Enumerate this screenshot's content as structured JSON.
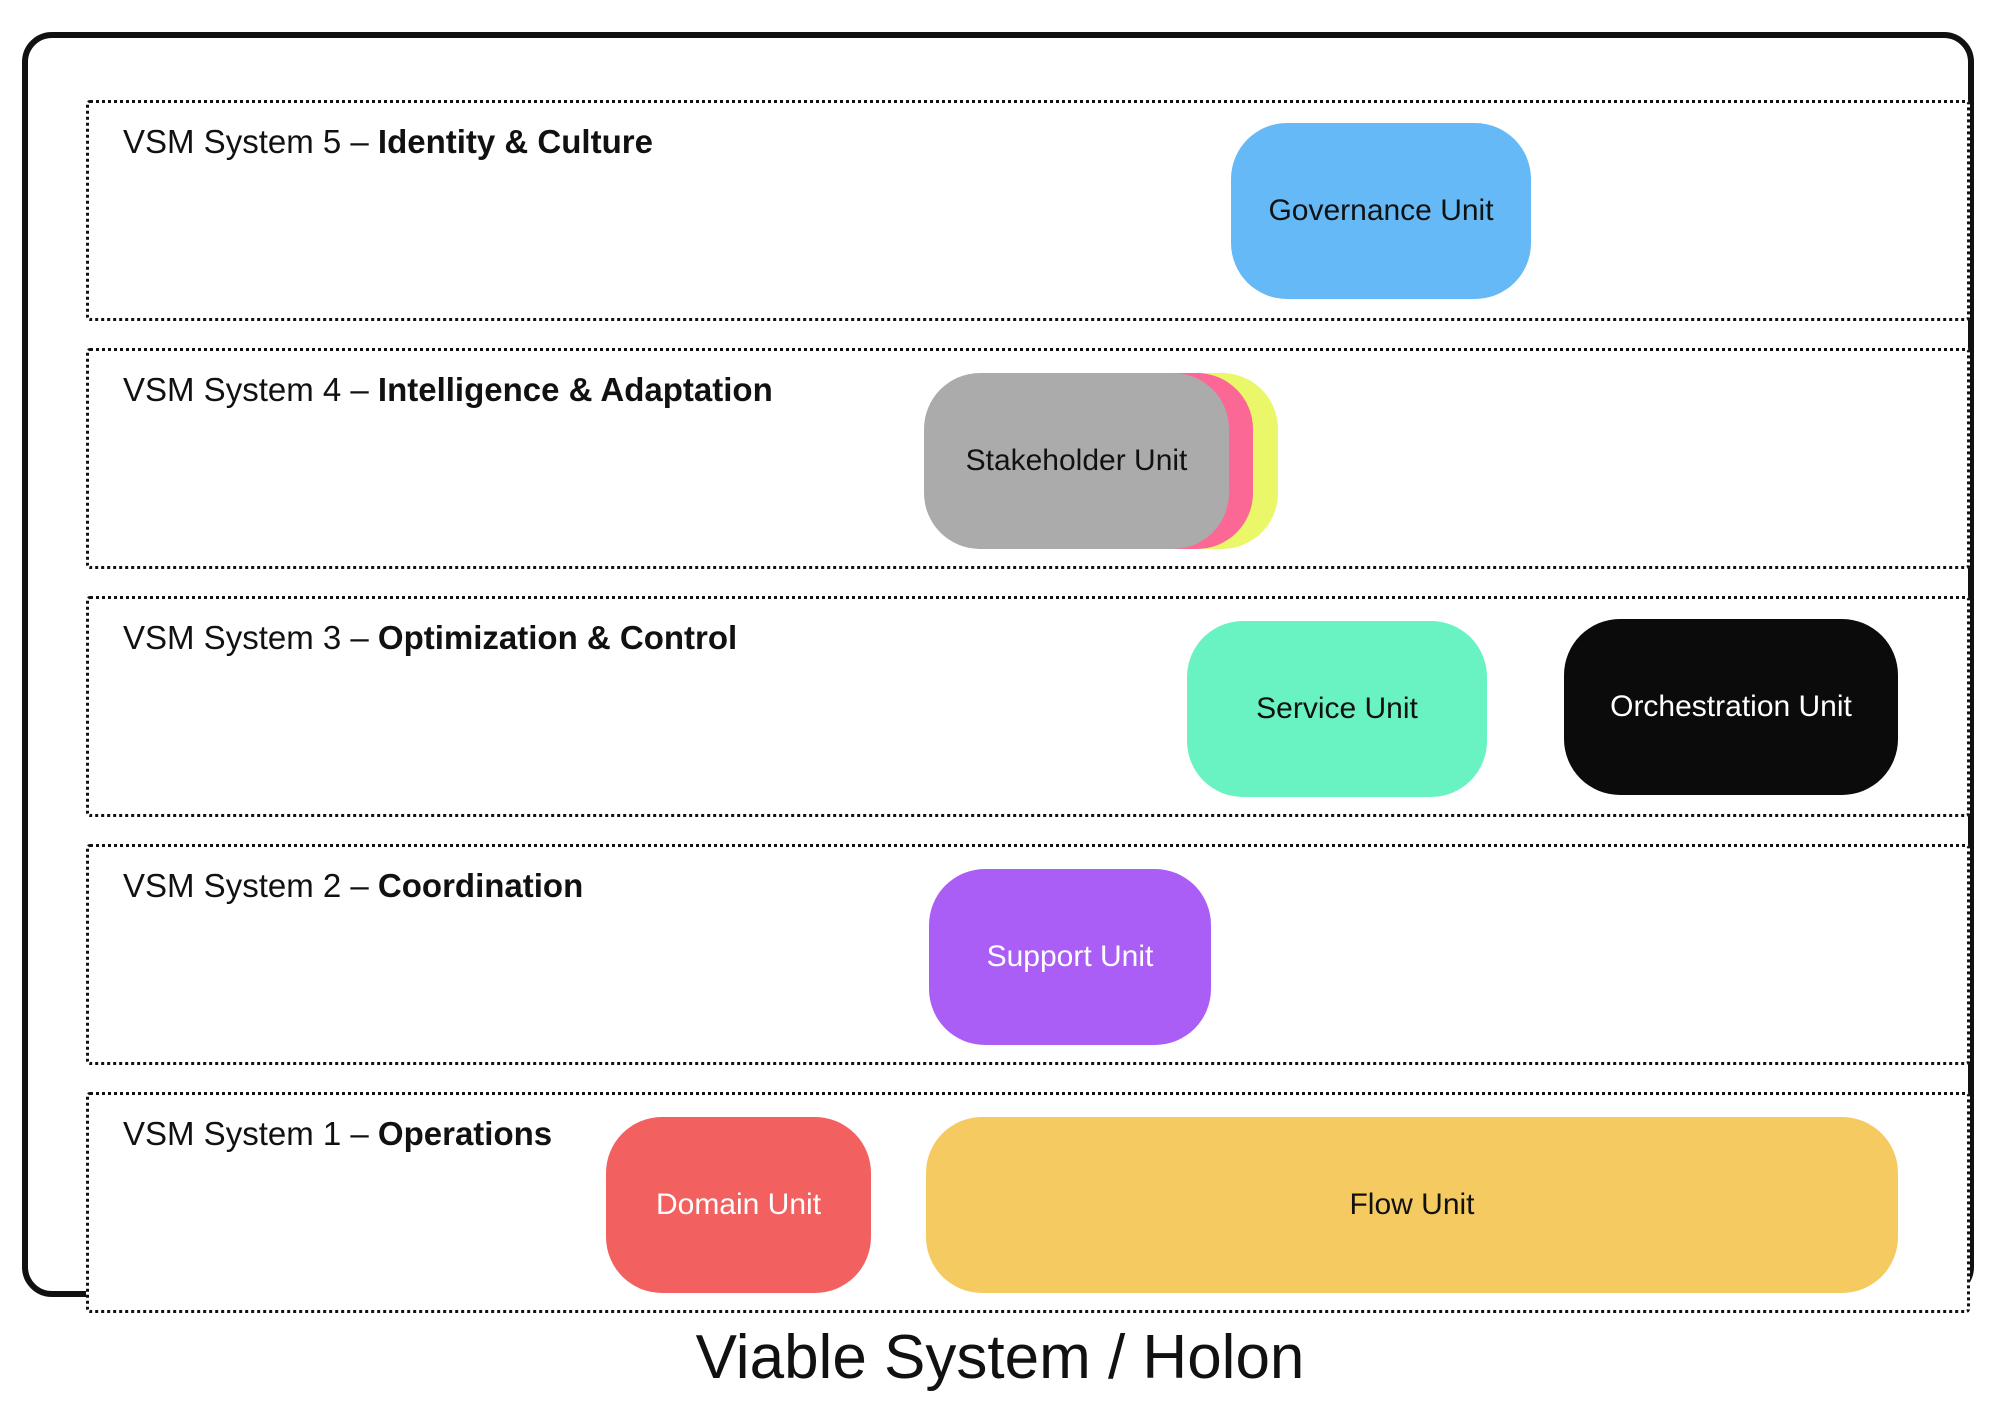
{
  "title": "Viable System / Holon",
  "systems": [
    {
      "label_prefix": "VSM System 5 –",
      "label_bold": "Identity & Culture",
      "units": [
        {
          "label": "Governance Unit",
          "bg": "#64B9F6",
          "fg": "#111111"
        }
      ]
    },
    {
      "label_prefix": "VSM System 4 –",
      "label_bold": "Intelligence & Adaptation",
      "units": [
        {
          "label": "Stakeholder Unit",
          "bg": "#ABABAB",
          "fg": "#111111",
          "stack_colors": [
            "#FB6896",
            "#E9F768"
          ]
        }
      ]
    },
    {
      "label_prefix": "VSM System 3 –",
      "label_bold": "Optimization & Control",
      "units": [
        {
          "label": "Service Unit",
          "bg": "#69F2C2",
          "fg": "#111111"
        },
        {
          "label": "Orchestration Unit",
          "bg": "#0B0B0B",
          "fg": "#FFFFFF"
        }
      ]
    },
    {
      "label_prefix": "VSM System 2 –",
      "label_bold": "Coordination",
      "units": [
        {
          "label": "Support Unit",
          "bg": "#AB5EF6",
          "fg": "#FFFFFF"
        }
      ]
    },
    {
      "label_prefix": "VSM System 1 –",
      "label_bold": "Operations",
      "units": [
        {
          "label": "Domain Unit",
          "bg": "#F26060",
          "fg": "#FFFFFF"
        },
        {
          "label": "Flow Unit",
          "bg": "#F5CB61",
          "fg": "#111111"
        }
      ]
    }
  ]
}
